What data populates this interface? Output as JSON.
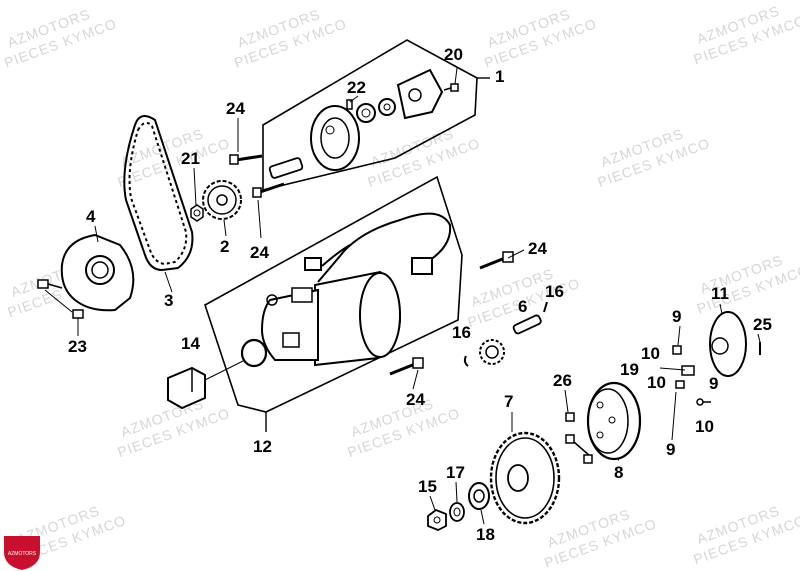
{
  "watermark": {
    "line1": "AZMOTORS",
    "line2": "PIECES KYMCO"
  },
  "logo_text": "AZMOTORS",
  "parts": [
    {
      "id": "p1",
      "num": "1"
    },
    {
      "id": "p2",
      "num": "2"
    },
    {
      "id": "p3",
      "num": "3"
    },
    {
      "id": "p4",
      "num": "4"
    },
    {
      "id": "p6",
      "num": "6"
    },
    {
      "id": "p7",
      "num": "7"
    },
    {
      "id": "p8",
      "num": "8"
    },
    {
      "id": "p9a",
      "num": "9"
    },
    {
      "id": "p9b",
      "num": "9"
    },
    {
      "id": "p9c",
      "num": "9"
    },
    {
      "id": "p10a",
      "num": "10"
    },
    {
      "id": "p10b",
      "num": "10"
    },
    {
      "id": "p10c",
      "num": "10"
    },
    {
      "id": "p11",
      "num": "11"
    },
    {
      "id": "p12",
      "num": "12"
    },
    {
      "id": "p14",
      "num": "14"
    },
    {
      "id": "p15",
      "num": "15"
    },
    {
      "id": "p16a",
      "num": "16"
    },
    {
      "id": "p16b",
      "num": "16"
    },
    {
      "id": "p17",
      "num": "17"
    },
    {
      "id": "p18",
      "num": "18"
    },
    {
      "id": "p19",
      "num": "19"
    },
    {
      "id": "p20",
      "num": "20"
    },
    {
      "id": "p21",
      "num": "21"
    },
    {
      "id": "p22",
      "num": "22"
    },
    {
      "id": "p23",
      "num": "23"
    },
    {
      "id": "p24a",
      "num": "24"
    },
    {
      "id": "p24b",
      "num": "24"
    },
    {
      "id": "p24c",
      "num": "24"
    },
    {
      "id": "p24d",
      "num": "24"
    },
    {
      "id": "p25",
      "num": "25"
    },
    {
      "id": "p26",
      "num": "26"
    }
  ]
}
